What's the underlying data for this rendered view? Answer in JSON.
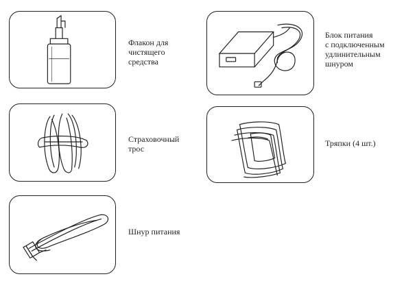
{
  "items": [
    {
      "id": "cleaning-bottle",
      "icon": "spray-bottle-icon",
      "label": "Флакон для\nчистящего\nсредства"
    },
    {
      "id": "power-adapter",
      "icon": "power-adapter-icon",
      "label": "Блок питания\nс подключенным\nудлинительным\nшнуром"
    },
    {
      "id": "safety-tether",
      "icon": "coiled-tether-icon",
      "label": "Страховочный\nтрос"
    },
    {
      "id": "cleaning-cloths",
      "icon": "cloth-stack-icon",
      "label": "Тряпки (4 шт.)"
    },
    {
      "id": "power-cord",
      "icon": "power-cord-icon",
      "label": "Шнур питания"
    }
  ]
}
